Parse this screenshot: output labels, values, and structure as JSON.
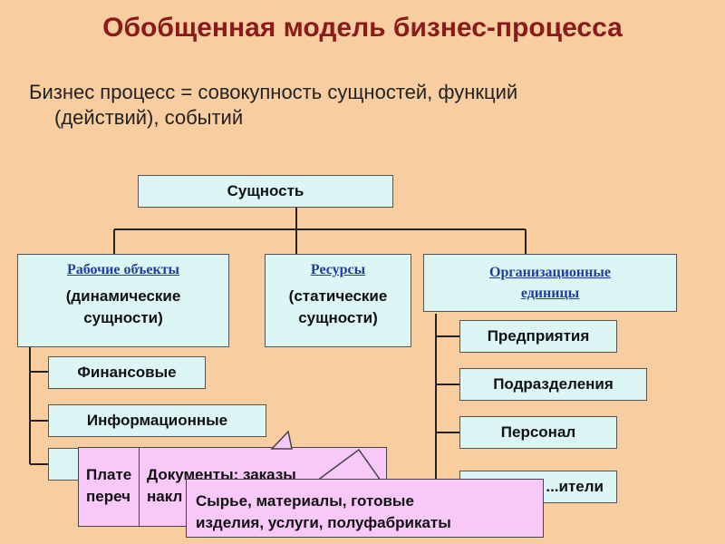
{
  "title": "Обобщенная модель бизнес-процесса",
  "subtitle": {
    "line1": "Бизнес процесс =  совокупность сущностей, функций",
    "line2": "(действий), событий"
  },
  "root": {
    "label": "Сущность"
  },
  "categories": [
    {
      "title": "Рабочие объекты",
      "desc1": "(динамические",
      "desc2": "сущности)"
    },
    {
      "title": "Ресурсы",
      "desc1": "(статические",
      "desc2": "сущности)"
    },
    {
      "title1": "Организационные",
      "title2": "единицы"
    }
  ],
  "work_items": [
    "Финансовые",
    "Информационные"
  ],
  "org_items": [
    "Предприятия",
    "Подразделения",
    "Персонал",
    "...ители"
  ],
  "callouts": [
    {
      "line1": "Плате",
      "line2": "переч"
    },
    {
      "line1": "Документы; заказы",
      "line2": "накл"
    },
    {
      "line1": "Сырье, материалы, готовые",
      "line2": "изделия, услуги, полуфабрикаты"
    }
  ]
}
